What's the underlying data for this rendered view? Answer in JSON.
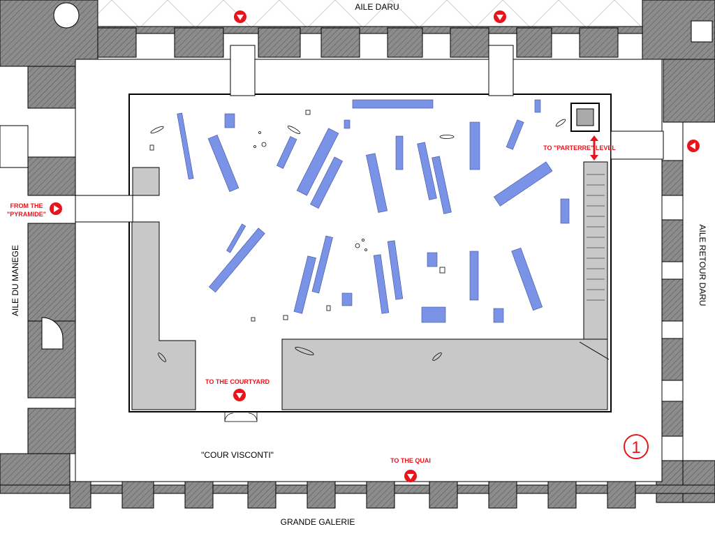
{
  "labels": {
    "aile_daru": "AILE DARU",
    "aile_du_manege": "AILE DU MANEGE",
    "aile_retour_daru": "AILE RETOUR DARU",
    "cour_visconti": "\"COUR VISCONTI\"",
    "grande_galerie": "GRANDE GALERIE",
    "from_pyramide_1": "FROM THE",
    "from_pyramide_2": "\"PYRAMIDE\"",
    "to_parterre": "TO \"PARTERRE\" LEVEL",
    "to_courtyard": "TO THE COURTYARD",
    "to_quai": "TO THE QUAI",
    "level_number": "1"
  },
  "colors": {
    "wall": "#8c8c8c",
    "grey_floor": "#c8c8c8",
    "display_case": "#7b93e6",
    "accent_red": "#e8141b",
    "line": "#000000"
  },
  "icons": {
    "direction_marker": "red-circle-arrow",
    "level_badge": "red-circle-number"
  }
}
